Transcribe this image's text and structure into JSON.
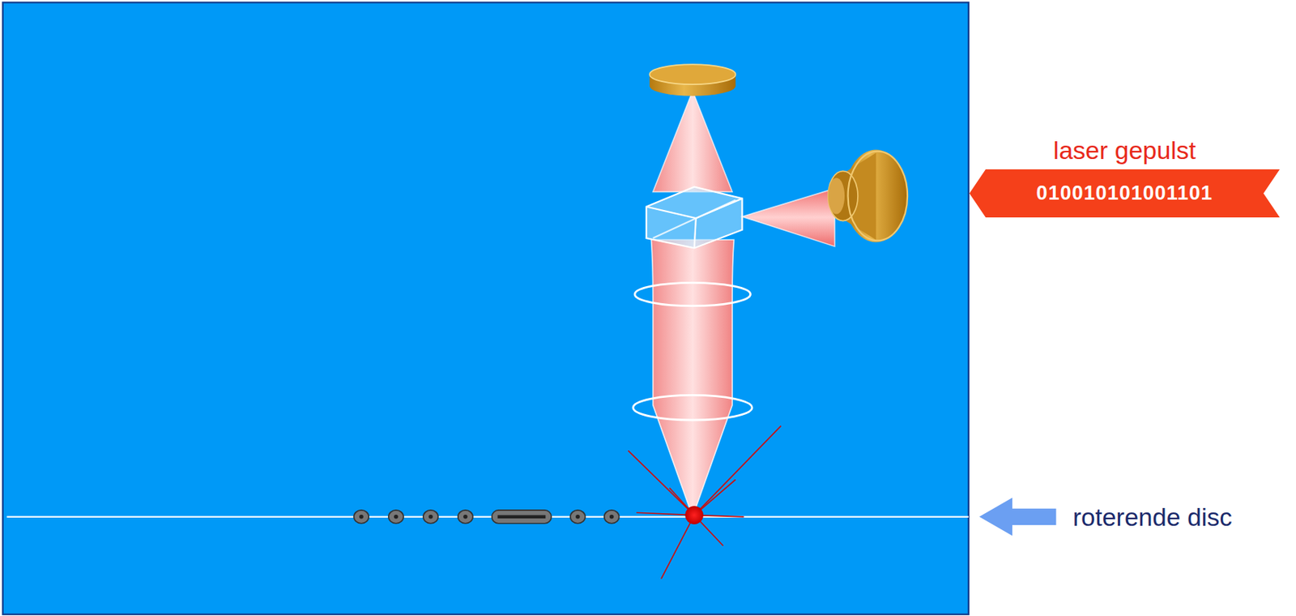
{
  "diagram": {
    "nodes": [
      {
        "text": [
          "laser gepulst",
          "010010101001101"
        ]
      }
    ],
    "labels": [
      "roterende disc"
    ]
  }
}
